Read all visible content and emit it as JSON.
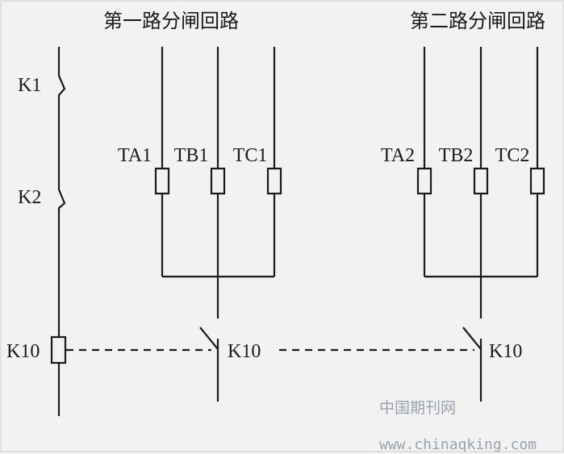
{
  "titles": {
    "circuit1": "第一路分闸回路",
    "circuit2": "第二路分闸回路"
  },
  "labels": {
    "k1": "K1",
    "k2": "K2",
    "k10_coil": "K10",
    "k10_contact1": "K10",
    "k10_contact2": "K10",
    "ta1": "TA1",
    "tb1": "TB1",
    "tc1": "TC1",
    "ta2": "TA2",
    "tb2": "TB2",
    "tc2": "TC2"
  },
  "watermark": {
    "cn": "中国期刊网",
    "url": "www.chinaqking.com"
  }
}
